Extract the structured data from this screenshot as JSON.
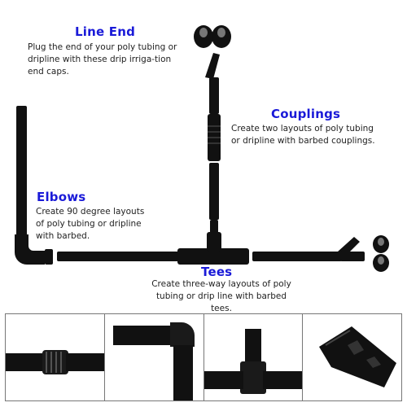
{
  "sections": {
    "line_end": {
      "title": "Line End",
      "desc_lines": [
        "Plug the end of your poly tubing or",
        "dripline with these drip irriga-tion",
        "end caps."
      ]
    },
    "couplings": {
      "title": "Couplings",
      "desc_lines": [
        "Create two layouts of poly tubing",
        "or dripline with barbed couplings."
      ]
    },
    "elbows": {
      "title": "Elbows",
      "desc_lines": [
        "Create 90 degree layouts",
        "of poly tubing or dripline",
        "with barbed."
      ]
    },
    "tees": {
      "title": "Tees",
      "desc_lines": [
        "Create three-way layouts of poly",
        "tubing or drip line with barbed",
        "tees."
      ]
    }
  },
  "colors": {
    "heading": "#1a1ad8",
    "body_text": "#222222",
    "tubing": "#111111"
  },
  "thumbnails": [
    "coupling",
    "elbow",
    "tee",
    "end-cap"
  ]
}
